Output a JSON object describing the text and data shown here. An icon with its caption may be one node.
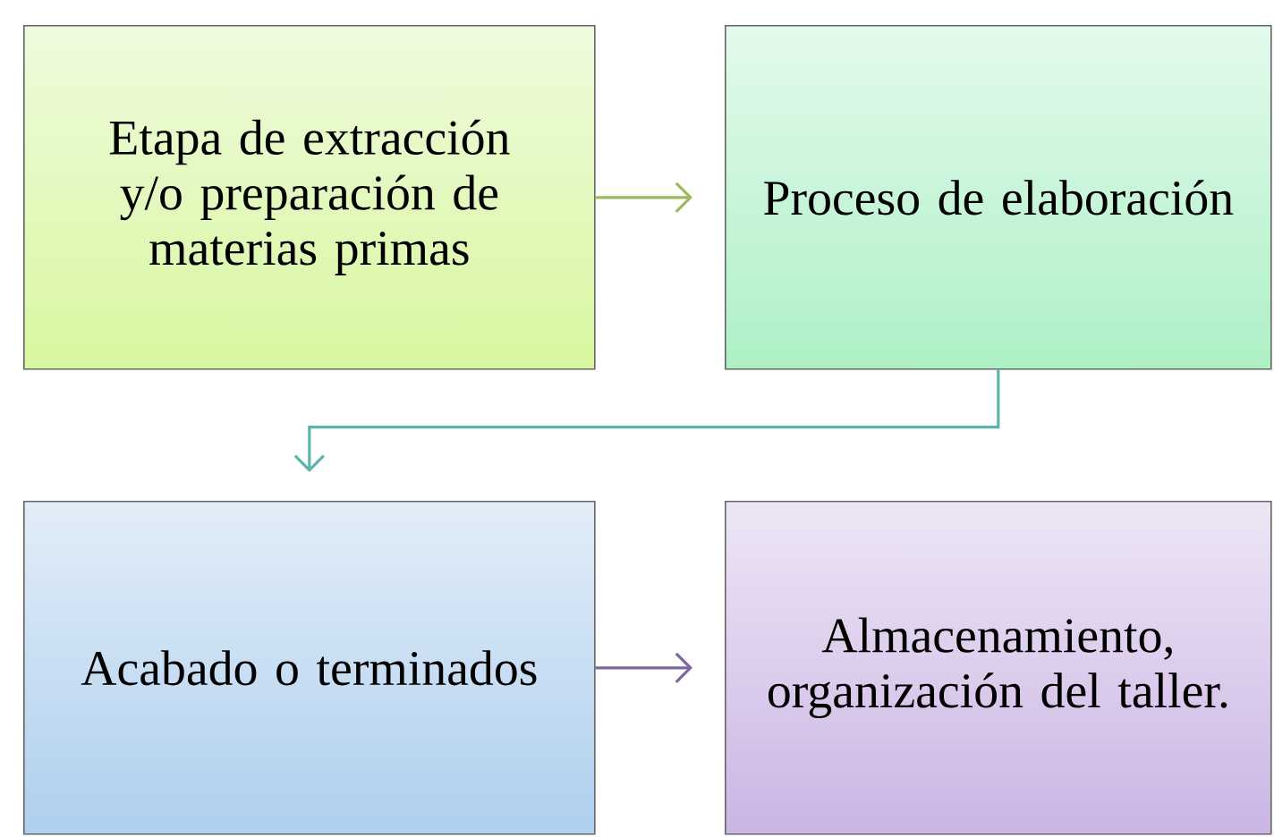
{
  "diagram": {
    "nodes": [
      {
        "text": [
          "Etapa de extracción y/o preparación de materias primas"
        ]
      },
      {
        "text": [
          "Proceso de elaboración"
        ]
      },
      {
        "text": [
          "Acabado o terminados"
        ]
      },
      {
        "text": [
          "Almacenamiento, organización del taller."
        ]
      }
    ],
    "edges": [
      {
        "from": 0,
        "to": 1,
        "arrow": "to",
        "color": "#9bbb59"
      },
      {
        "from": 1,
        "to": 2,
        "arrow": "to",
        "color": "#5fb3ab"
      },
      {
        "from": 2,
        "to": 3,
        "arrow": "to",
        "color": "#8064a2"
      }
    ]
  }
}
